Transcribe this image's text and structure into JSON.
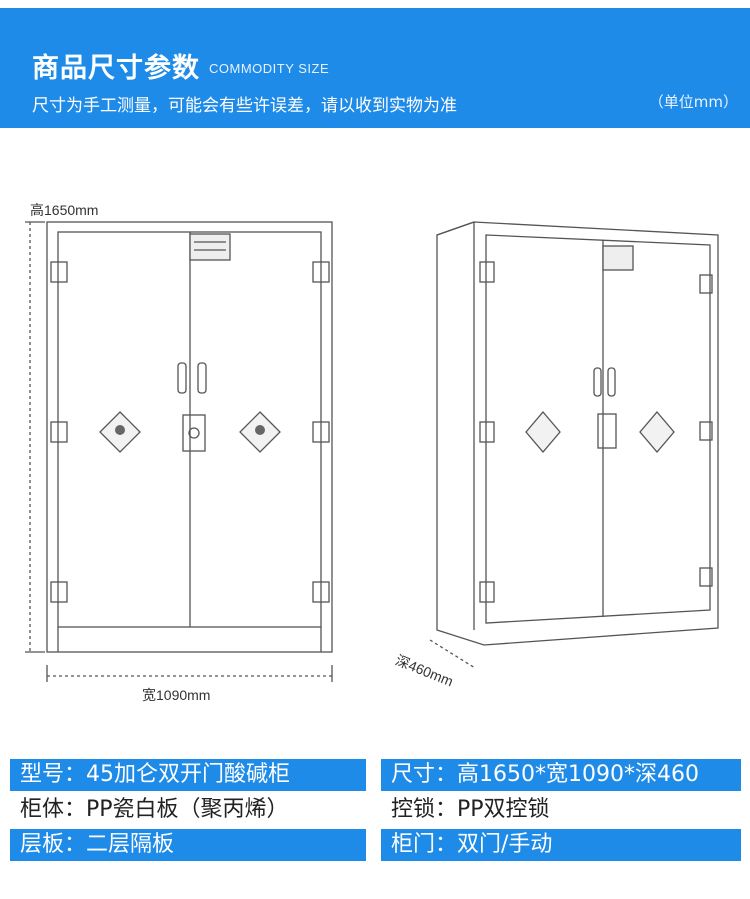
{
  "header": {
    "title": "商品尺寸参数",
    "title_en": "COMMODITY SIZE",
    "subtitle": "尺寸为手工测量，可能会有些许误差，请以收到实物为准",
    "unit_note": "（单位mm）"
  },
  "dimensions": {
    "height_label": "高1650mm",
    "width_label": "宽1090mm",
    "depth_label": "深460mm"
  },
  "specs": [
    {
      "key": "型号：",
      "value": "45加仑双开门酸碱柜",
      "style": "highlight"
    },
    {
      "key": "尺寸：",
      "value": "高1650*宽1090*深460",
      "style": "highlight"
    },
    {
      "key": "柜体：",
      "value": "PP瓷白板（聚丙烯）",
      "style": "plain"
    },
    {
      "key": "控锁：",
      "value": "PP双控锁",
      "style": "plain"
    },
    {
      "key": "层板：",
      "value": "二层隔板",
      "style": "highlight"
    },
    {
      "key": "柜门：",
      "value": "双门/手动",
      "style": "highlight"
    }
  ],
  "colors": {
    "accent": "#1f8be8",
    "line": "#555555"
  }
}
